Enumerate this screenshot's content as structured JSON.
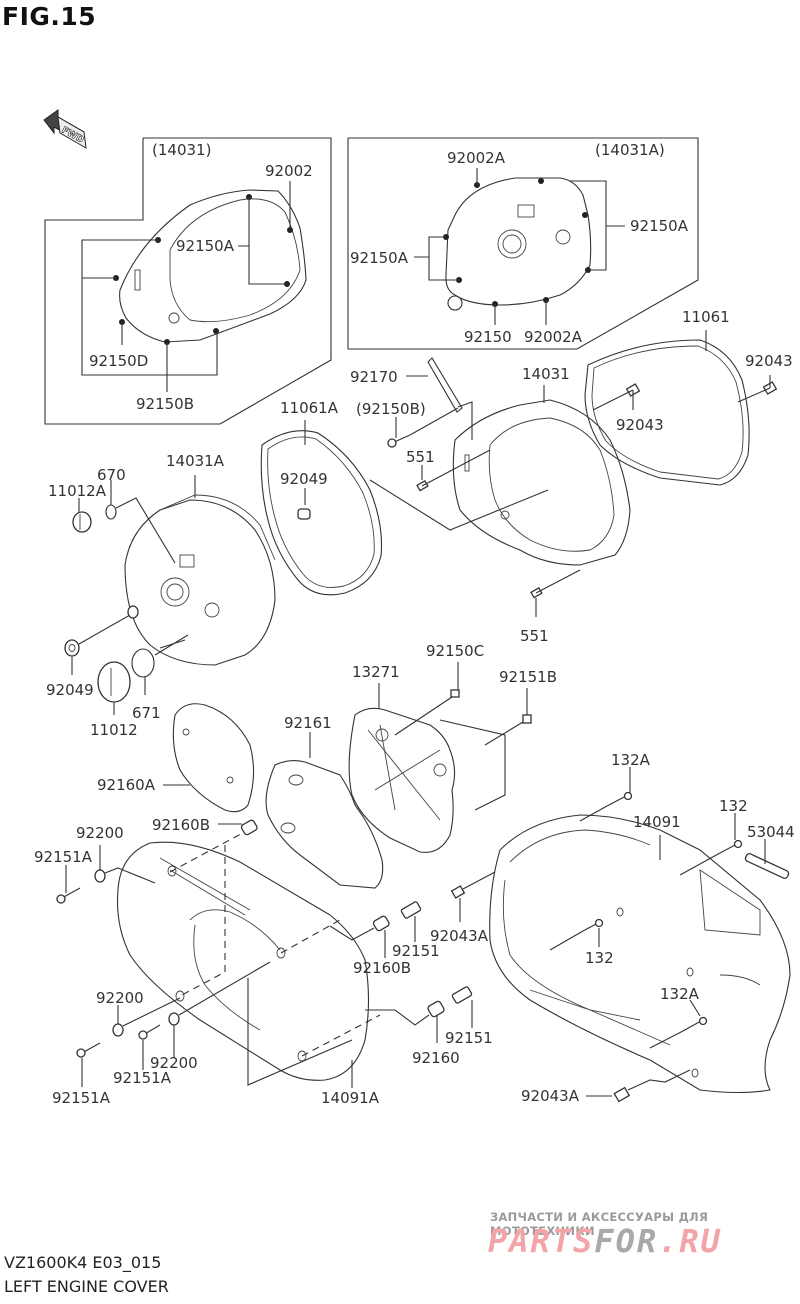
{
  "figure": {
    "title": "FIG.15",
    "fwd_label": "FWD",
    "model_code": "VZ1600K4 E03_015",
    "section_title": "LEFT ENGINE COVER"
  },
  "watermark": {
    "tagline": "ЗАПЧАСТИ И АКСЕССУАРЫ ДЛЯ МОТОТЕХНИКИ",
    "logo_part1": "PARTS",
    "logo_part2": "FOR",
    "logo_part3": ".RU"
  },
  "inset_left": {
    "title": "(14031)",
    "labels": [
      "92002",
      "92150A",
      "92150D",
      "92150B"
    ]
  },
  "inset_right": {
    "title": "(14031A)",
    "labels": [
      "92002A",
      "92150A",
      "92150A",
      "92150",
      "92002A"
    ]
  },
  "parts": {
    "p92170": "92170",
    "p92150B_ref": "(92150B)",
    "p551_top": "551",
    "p14031": "14031",
    "p11061": "11061",
    "p92043_right": "92043",
    "p92043_inner": "92043",
    "p551_bottom": "551",
    "p11061A": "11061A",
    "p92049_gasket": "92049",
    "p14031A": "14031A",
    "p670": "670",
    "p11012A": "11012A",
    "p92049_left": "92049",
    "p11012": "11012",
    "p671": "671",
    "p13271": "13271",
    "p92150C": "92150C",
    "p92151B": "92151B",
    "p92161": "92161",
    "p92160A": "92160A",
    "p132A_top": "132A",
    "p132_top": "132",
    "p14091": "14091",
    "p53044": "53044",
    "p92200_top": "92200",
    "p92151A_top": "92151A",
    "p92160B_top": "92160B",
    "p92043A_mid": "92043A",
    "p92160B_mid": "92160B",
    "p92151_mid": "92151",
    "p132_mid": "132",
    "p132A_bottom": "132A",
    "p92200_mid": "92200",
    "p92200_low": "92200",
    "p92151A_mid": "92151A",
    "p92151A_low": "92151A",
    "p92160": "92160",
    "p92151_low": "92151",
    "p14091A": "14091A",
    "p92043A_bottom": "92043A"
  }
}
